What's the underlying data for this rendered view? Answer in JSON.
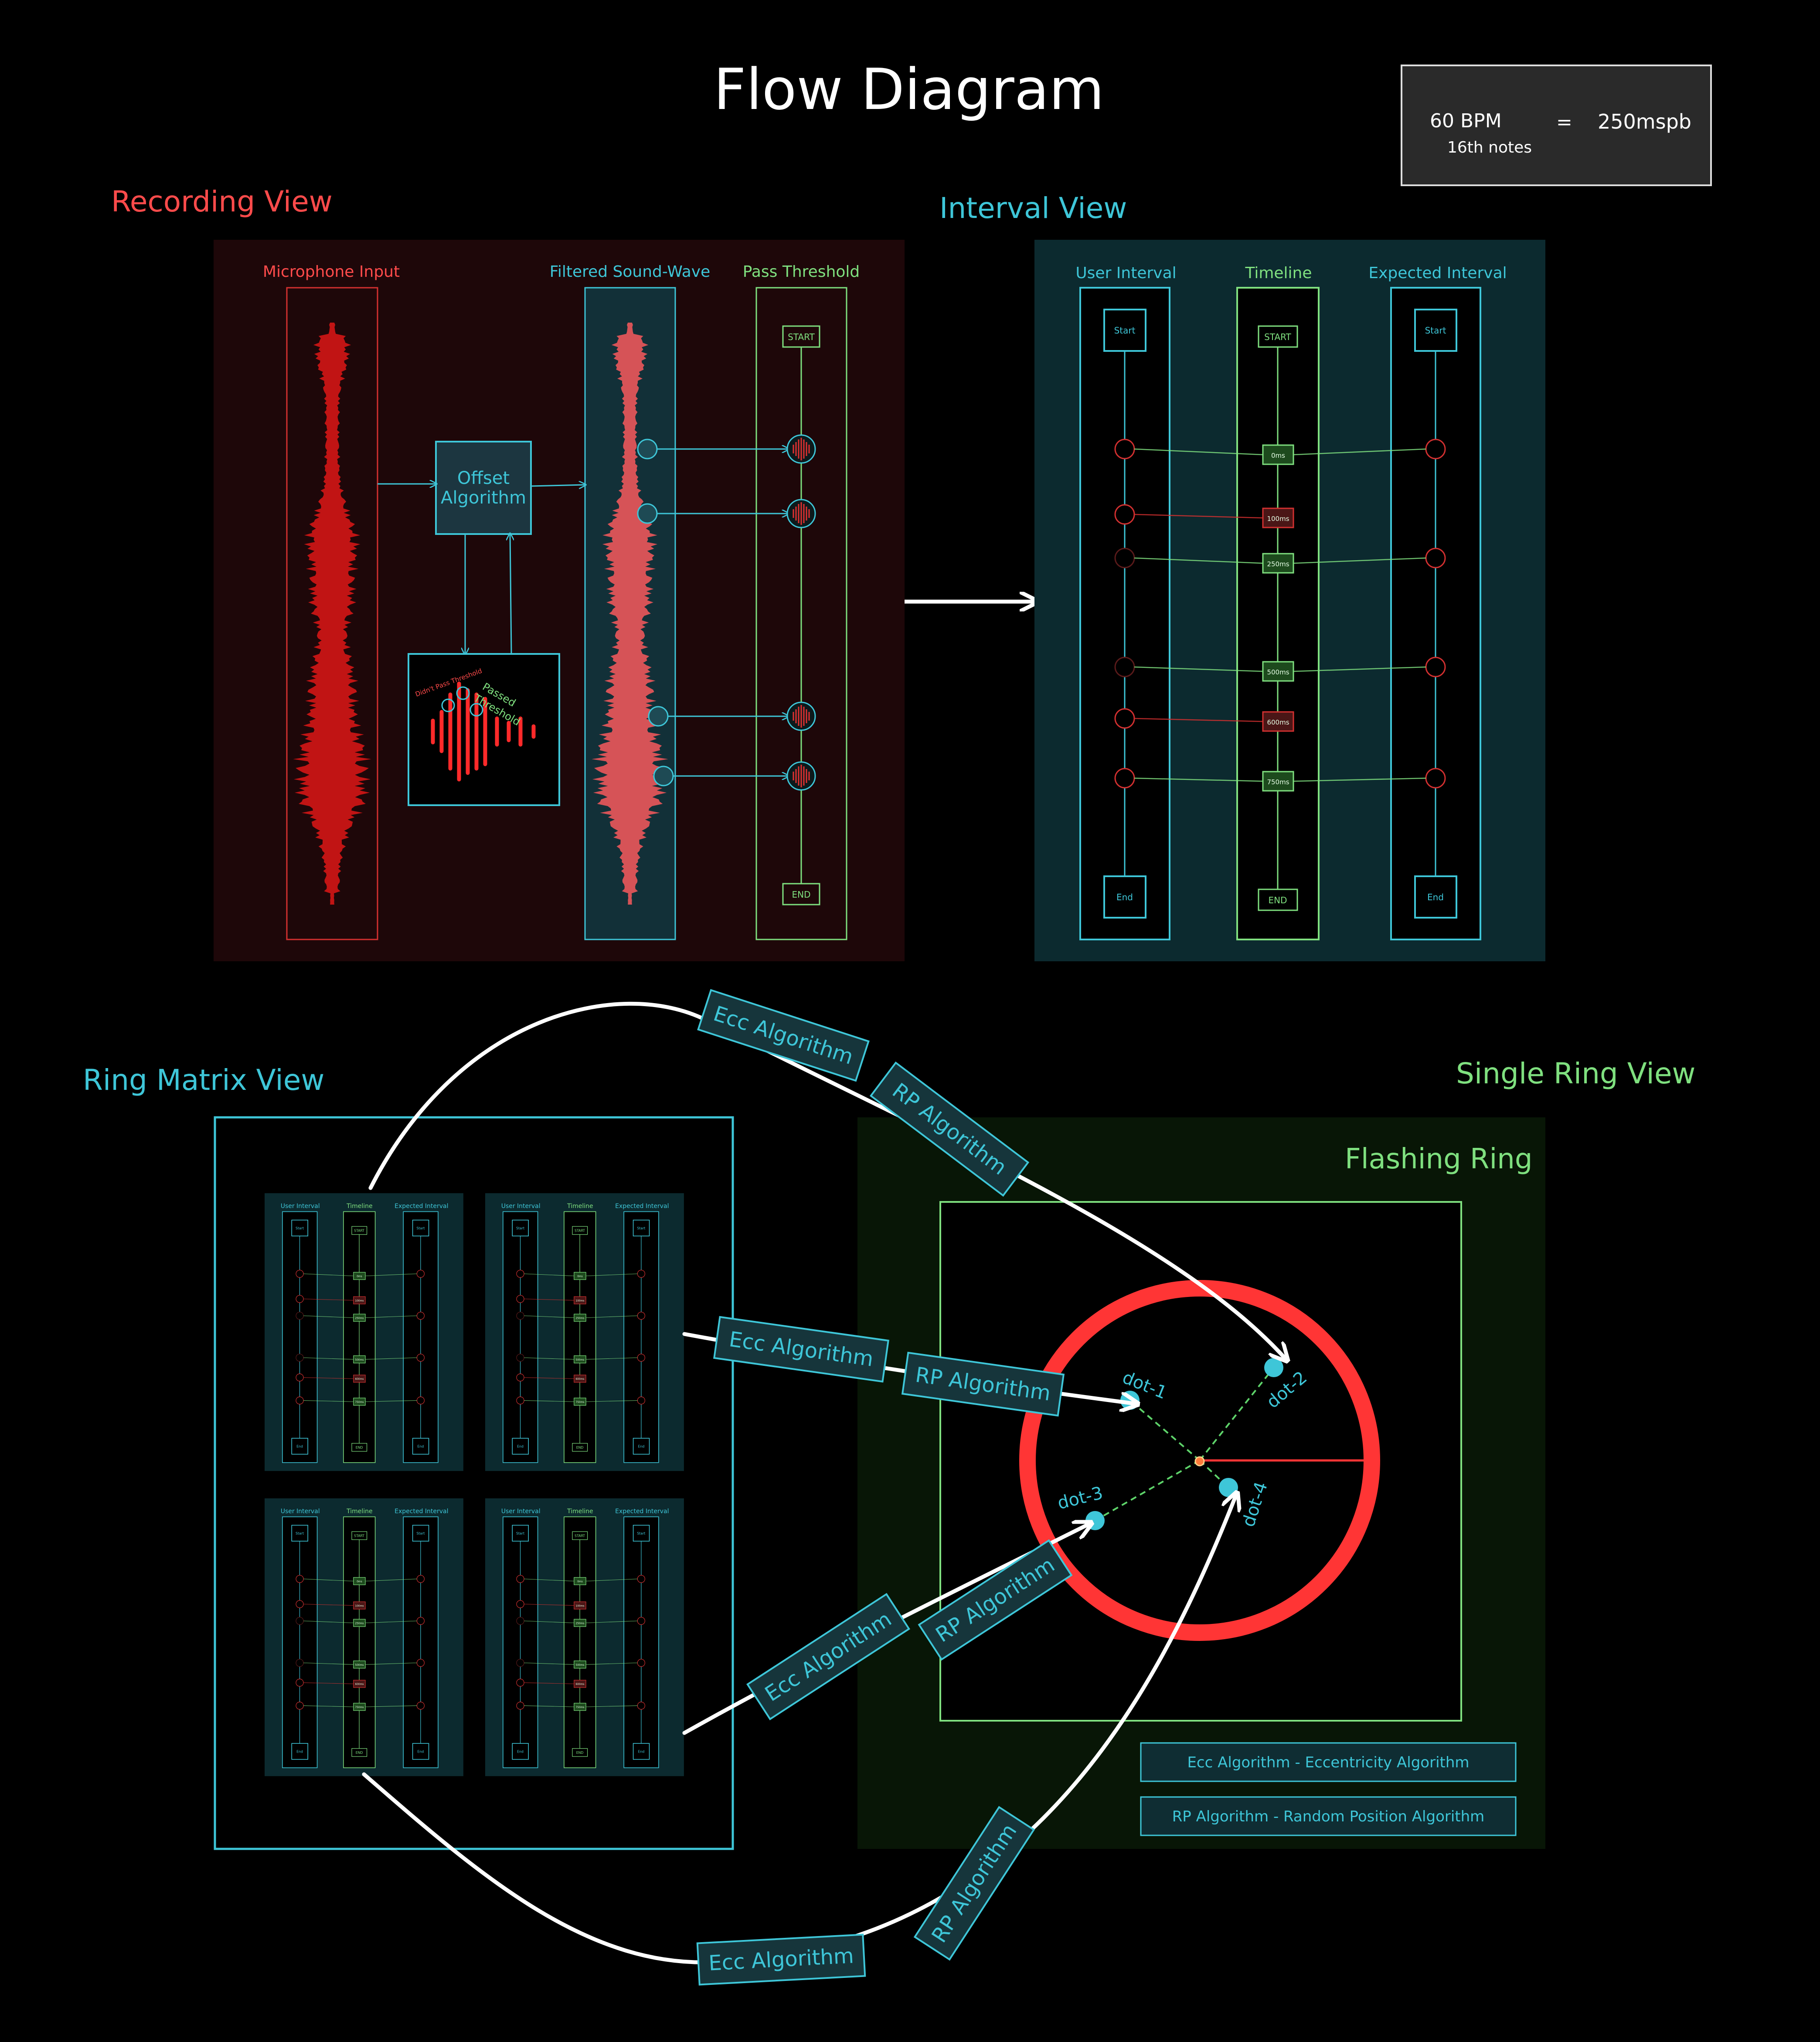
{
  "title": "Flow Diagram",
  "tempo": {
    "bpm": "60 BPM",
    "note": "16th notes",
    "equals": "=",
    "result": "250mspb"
  },
  "recording": {
    "heading": "Recording View",
    "mic_label": "Microphone Input",
    "filtered_label": "Filtered Sound-Wave",
    "threshold_label": "Pass Threshold",
    "offset_line1": "Offset",
    "offset_line2": "Algorithm",
    "didnt_pass": "Didn't Pass Threshold",
    "passed1": "Passed",
    "passed2": "Threshold",
    "start": "START",
    "end": "END"
  },
  "interval": {
    "heading": "Interval View",
    "user_label": "User Interval",
    "timeline_label": "Timeline",
    "expected_label": "Expected Interval",
    "start_user": "Start",
    "start_timeline": "START",
    "start_expected": "Start",
    "end_user": "End",
    "end_timeline": "END",
    "end_expected": "End",
    "timeline_marks": [
      "0ms",
      "100ms",
      "250ms",
      "500ms",
      "600ms",
      "750ms"
    ]
  },
  "ring_matrix": {
    "heading": "Ring Matrix View"
  },
  "single_ring": {
    "heading": "Single Ring View",
    "flashing": "Flashing Ring",
    "dots": [
      "dot-1",
      "dot-2",
      "dot-3",
      "dot-4"
    ],
    "legend_ecc": "Ecc Algorithm - Eccentricity Algorithm",
    "legend_rp": "RP Algorithm - Random Position Algorithm"
  },
  "algorithms": {
    "ecc": "Ecc Algorithm",
    "rp": "RP Algorithm"
  },
  "colors": {
    "red": "#ff3b3b",
    "cyan": "#3ec6d8",
    "green": "#7fe07f",
    "white": "#ffffff"
  }
}
